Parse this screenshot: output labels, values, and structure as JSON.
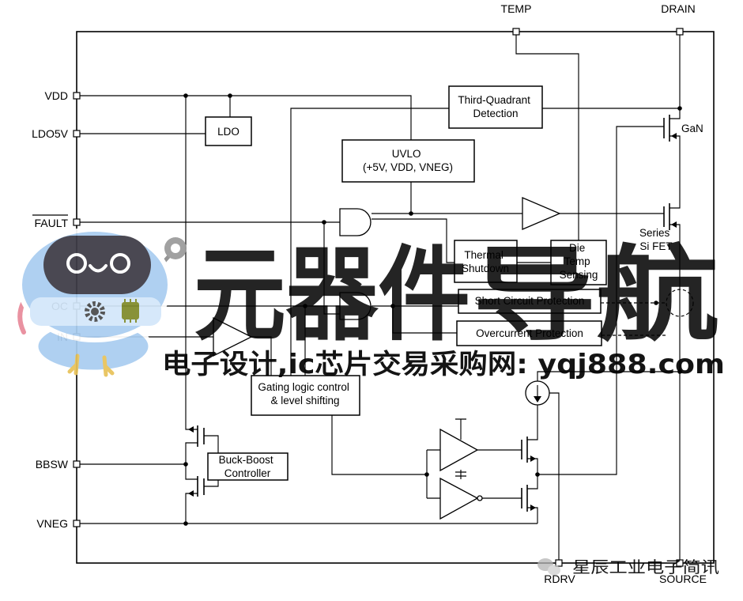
{
  "diagram": {
    "pins": {
      "temp": "TEMP",
      "drain": "DRAIN",
      "vdd": "VDD",
      "ldo5v": "LDO5V",
      "fault": "FAULT",
      "oc": "OC",
      "in": "IN",
      "bbsw": "BBSW",
      "vneg": "VNEG",
      "rdrv": "RDRV",
      "source": "SOURCE"
    },
    "blocks": {
      "ldo": [
        "LDO"
      ],
      "third_quadrant": [
        "Third-Quadrant",
        "Detection"
      ],
      "uvlo": [
        "UVLO",
        "(+5V, VDD, VNEG)"
      ],
      "thermal_shutdown": [
        "Thermal",
        "Shutdown"
      ],
      "die_temp": [
        "Die",
        "Temp",
        "Sensing"
      ],
      "short_circuit": [
        "Short Circuit Protection"
      ],
      "overcurrent": [
        "Overcurrent Protection"
      ],
      "gating_logic": [
        "Gating logic control",
        "& level shifting"
      ],
      "buck_boost": [
        "Buck-Boost",
        "Controller"
      ]
    },
    "devices": {
      "gan": "GaN",
      "series_si_fet": [
        "Series",
        "Si FET"
      ]
    }
  },
  "watermark": {
    "brand_blue": "元器件",
    "brand_pink": "导航",
    "tagline": "电子设计,ic芯片交易采购网: yqj888.com",
    "wechat_account": "星辰工业电子简讯",
    "colors": {
      "brand_blue": "#4b7fd6",
      "brand_pink": "#e35db5",
      "tagline_blue": "#5a8fe0",
      "caption_gray": "#8c8c8c"
    }
  },
  "colors": {
    "line": "#000000",
    "background": "#ffffff"
  }
}
